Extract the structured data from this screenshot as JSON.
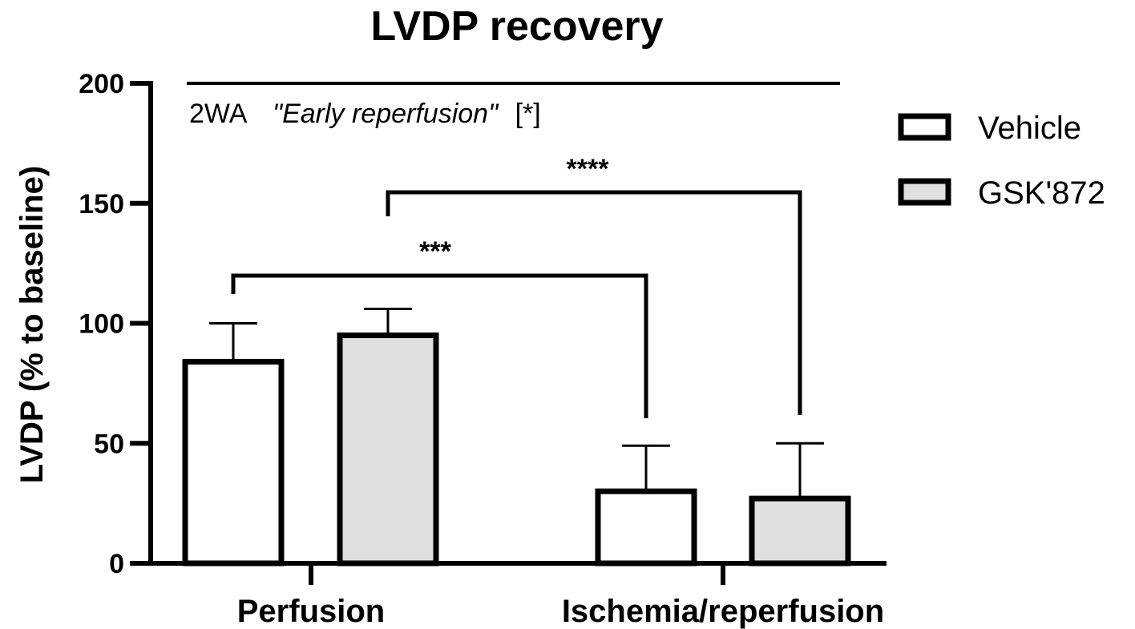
{
  "chart_data": {
    "type": "bar",
    "title": "LVDP recovery",
    "ylabel": "LVDP (% to baseline)",
    "xlabel": "",
    "ylim": [
      0,
      200
    ],
    "yticks": [
      0,
      50,
      100,
      150,
      200
    ],
    "categories": [
      "Perfusion",
      "Ischemia/reperfusion"
    ],
    "series": [
      {
        "name": "Vehicle",
        "values": [
          84,
          30
        ],
        "errors": [
          16,
          19
        ],
        "color": "#ffffff"
      },
      {
        "name": "GSK'872",
        "values": [
          95,
          27
        ],
        "errors": [
          11,
          23
        ],
        "color": "#e0e0e0"
      }
    ],
    "legend_position": "right",
    "annotation": {
      "prefix": "2WA",
      "italic": "\"Early reperfusion\"",
      "suffix": "[*]"
    },
    "significance": [
      {
        "label": "***",
        "from": {
          "category": 0,
          "series": 0
        },
        "to": {
          "category": 1,
          "series": 0
        }
      },
      {
        "label": "****",
        "from": {
          "category": 0,
          "series": 1
        },
        "to": {
          "category": 1,
          "series": 1
        }
      }
    ]
  }
}
